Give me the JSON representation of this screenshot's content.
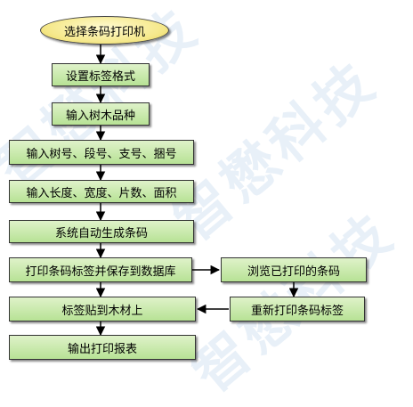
{
  "watermark": {
    "text": "智懋科技"
  },
  "colors": {
    "box_fill": "#c6e8a7",
    "oval_fill": "#f5e88a",
    "line": "#000000"
  },
  "flow": {
    "start": "选择条码打印机",
    "step1": "设置标签格式",
    "step2": "输入树木品种",
    "step3": "输入树号、段号、支号、捆号",
    "step4": "输入长度、宽度、片数、面积",
    "step5": "系统自动生成条码",
    "step6": "打印条码标签并保存到数据库",
    "step7": "标签贴到木材上",
    "step8": "输出打印报表",
    "side1": "浏览已打印的条码",
    "side2": "重新打印条码标签"
  }
}
